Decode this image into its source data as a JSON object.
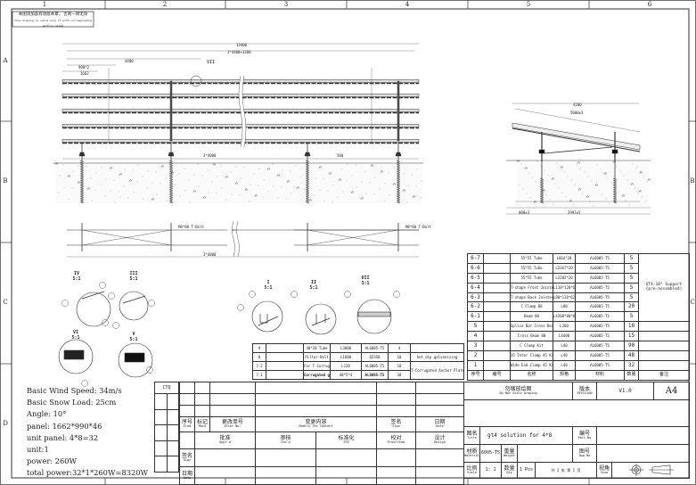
{
  "zones": {
    "columns": [
      "1",
      "2",
      "3",
      "4",
      "5",
      "6"
    ],
    "rows": [
      "A",
      "B",
      "C",
      "D"
    ]
  },
  "stamp_note": {
    "cn": "本图须加盖有效版本章, 否则一律无效",
    "en": "This drawing is valid only if with corresponding edition stamp"
  },
  "dimensions": {
    "overall": "13400",
    "rail_span": "3*4400+1200",
    "beam": "4400",
    "panel_pitch": "990*2",
    "panel": "1662",
    "post_spacing": "3*4000",
    "end": "500",
    "side_width": "4200",
    "side_diag": "5000±3",
    "front": "800±3",
    "back_span": "2997±5",
    "bolt_label": "M8*80 T-Bolt",
    "detail_label": "VII"
  },
  "details": [
    {
      "name": "IV",
      "scale": "5:1"
    },
    {
      "name": "III",
      "scale": "5:1"
    },
    {
      "name": "VI",
      "scale": "5:1"
    },
    {
      "name": "V",
      "scale": "5:1"
    },
    {
      "name": "I",
      "scale": "5:1"
    },
    {
      "name": "II",
      "scale": "5:1"
    },
    {
      "name": "VII",
      "scale": "3:1"
    }
  ],
  "bom": {
    "header": [
      "序号",
      "编号",
      "名称",
      "规格",
      "材料",
      "数量",
      "备注"
    ],
    "remark_group": "GT4-10° Support (pre-assembled)",
    "rows": [
      [
        "6-7",
        "",
        "55*55 Tube",
        "L664*20",
        "AL6005-T5",
        "5"
      ],
      [
        "6-6",
        "",
        "55*55 Tube",
        "L2367*20",
        "AL6005-T5",
        "5"
      ],
      [
        "6-5",
        "",
        "55*55 Tube",
        "L2202*20",
        "AL6005-T5",
        "5"
      ],
      [
        "6-4",
        "",
        "T-shape Front Jointer",
        "L110*120*62",
        "AL6005-T5",
        "5"
      ],
      [
        "6-3",
        "",
        "T-shape Back Jointer",
        "L80*120*62",
        "AL6005-T5",
        "5"
      ],
      [
        "6-2",
        "",
        "C Clamp 80",
        "L80",
        "AL6005-T5",
        "20"
      ],
      [
        "6-1",
        "",
        "Beam 80",
        "L4200*80*80",
        "AL6005-T5",
        "5"
      ],
      [
        "5",
        "",
        "Splice Bar Cross Beam 80",
        "L260",
        "AL6005-T5",
        "10"
      ],
      [
        "4",
        "",
        "Cross Beam 80",
        "L4400",
        "AL6005-T5",
        "15"
      ],
      [
        "3",
        "",
        "C Clamp Kit",
        "L40",
        "AL6005-T5",
        "90"
      ],
      [
        "2",
        "",
        "35 Inter Clamp 45 Kit",
        "L40",
        "AL6005-T5",
        "48"
      ],
      [
        "1",
        "",
        "Wide End Clamp 45 Kit",
        "L40",
        "AL6005-T5",
        "32"
      ]
    ]
  },
  "bom_lower": {
    "rows": [
      [
        "9",
        "",
        "40*20 Tube",
        "L3000",
        "AL6005-T5",
        "4",
        ""
      ],
      [
        "8",
        "",
        "Pillar-Bolt",
        "L1600",
        "Q235B",
        "10",
        "hot dip galvanizing"
      ],
      [
        "7-2",
        "",
        "For T-Corrugated Anchor Plate",
        "L120",
        "AL6005-T5",
        "10",
        "T-Corrugated Anchor Plate"
      ],
      [
        "7-1",
        "",
        "Corrugated gasket",
        "40*5*4",
        "AL6005-T5",
        "30",
        ""
      ]
    ]
  },
  "notes": [
    "Basic Wind Speed: 34m/s",
    "Basic Snow Load: 25cm",
    "Angle: 10°",
    "panel: 1662*990*46",
    "unit panel: 4*8=32",
    "unit:1",
    "power: 260W",
    "total power:32*1*260W=8320W"
  ],
  "ctq": "CTQ",
  "revision": {
    "item": {
      "cn": "序号",
      "en": "Item"
    },
    "mark": {
      "cn": "标记",
      "en": "Mark"
    },
    "alter": {
      "cn": "更改单号",
      "en": "Alter No."
    },
    "content": {
      "cn": "变更内容",
      "en": "Modify The Content"
    },
    "sign": {
      "cn": "签名",
      "en": "Sign"
    },
    "date": {
      "cn": "日期",
      "en": "Date"
    },
    "appd": {
      "cn": "批准",
      "en": "Appr'd"
    },
    "chkd": {
      "cn": "审核",
      "en": "Chk'd"
    },
    "std": {
      "cn": "标准化",
      "en": "STD"
    },
    "proof": {
      "cn": "校对",
      "en": "Proofread"
    },
    "design": {
      "cn": "设计",
      "en": "Design"
    }
  },
  "title_block": {
    "no_scale": {
      "cn": "勿缩放绘图",
      "en": "Do Not Scale Drawing"
    },
    "version_label": {
      "cn": "版本",
      "en": "REVISION"
    },
    "version": "V1.0",
    "size": "A4",
    "title_label": {
      "cn": "图名",
      "en": "Title"
    },
    "title": "gt4 solution for 4*8",
    "part_label": {
      "cn": "编号",
      "en": "Part No"
    },
    "material_label": {
      "cn": "材质",
      "en": "Material"
    },
    "material": "6005-T5",
    "weight_label": {
      "cn": "重量",
      "en": "Weight"
    },
    "dwg_label": {
      "cn": "图号",
      "en": "Dwg No"
    },
    "scale_label": {
      "cn": "比例",
      "en": "Scale"
    },
    "scale": "1: 1",
    "qty_label": {
      "cn": "数量",
      "en": "Qty"
    },
    "qty": "1 Pcs",
    "sheets": "共 2 张 第 1 页",
    "view_label": {
      "cn": "视角",
      "en": "View"
    }
  }
}
